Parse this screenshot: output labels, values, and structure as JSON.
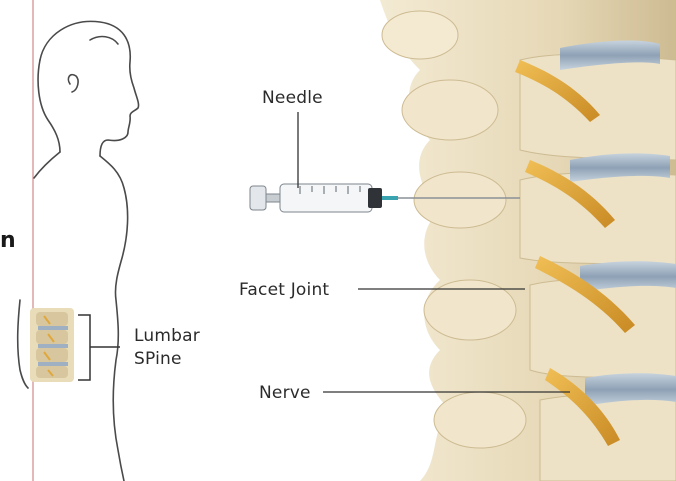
{
  "labels": {
    "needle": "Needle",
    "facet_joint": "Facet Joint",
    "nerve": "Nerve",
    "lumbar_line1": "Lumbar",
    "lumbar_line2": "SPine",
    "left_fragment": "n"
  },
  "colors": {
    "bone": "#e8dcbd",
    "bone_shadow": "#c9b88f",
    "nerve": "#e0a83c",
    "disc": "#9fb0c2",
    "outline": "#4a4a4a",
    "leader_line": "#333333"
  }
}
